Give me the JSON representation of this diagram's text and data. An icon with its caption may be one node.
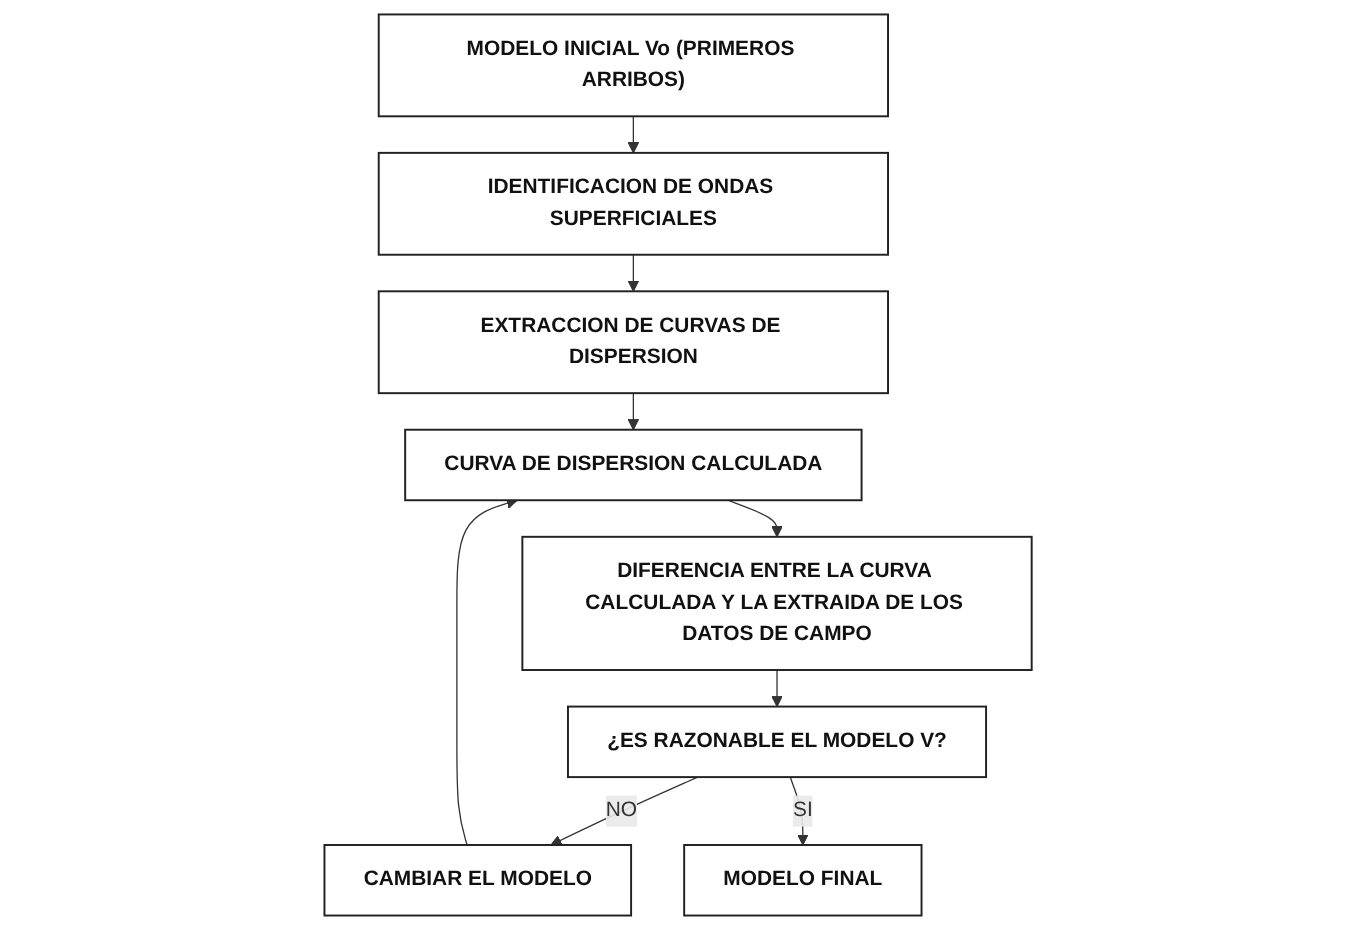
{
  "diagram": {
    "nodes": [
      {
        "text": [
          "MODELO INICIAL Vo (PRIMEROS ARRIBOS)"
        ]
      },
      {
        "text": [
          "IDENTIFICACION DE ONDAS SUPERFICIALES"
        ]
      },
      {
        "text": [
          "EXTRACCION DE CURVAS DE DISPERSION"
        ]
      },
      {
        "text": [
          "CURVA DE DISPERSION CALCULADA"
        ]
      },
      {
        "text": [
          "DIFERENCIA ENTRE LA CURVA CALCULADA Y LA EXTRAIDA DE LOS DATOS DE CAMPO"
        ]
      },
      {
        "text": [
          "CAMBIAR EL MODELO"
        ]
      },
      {
        "text": [
          "¿ES RAZONABLE EL MODELO V?"
        ]
      },
      {
        "text": [
          "MODELO FINAL"
        ]
      }
    ],
    "edges": [
      {
        "from": 0,
        "to": 1,
        "arrow": "to"
      },
      {
        "from": 1,
        "to": 2,
        "arrow": "to"
      },
      {
        "from": 2,
        "to": 3,
        "arrow": "to"
      },
      {
        "from": 3,
        "to": 4,
        "arrow": "to"
      },
      {
        "from": 4,
        "to": 6,
        "arrow": "to"
      },
      {
        "from": 6,
        "to": 5,
        "label": "NO",
        "arrow": "to"
      },
      {
        "from": 5,
        "to": 3,
        "arrow": "to"
      },
      {
        "from": 6,
        "to": 7,
        "label": "SI",
        "arrow": "to"
      }
    ]
  }
}
